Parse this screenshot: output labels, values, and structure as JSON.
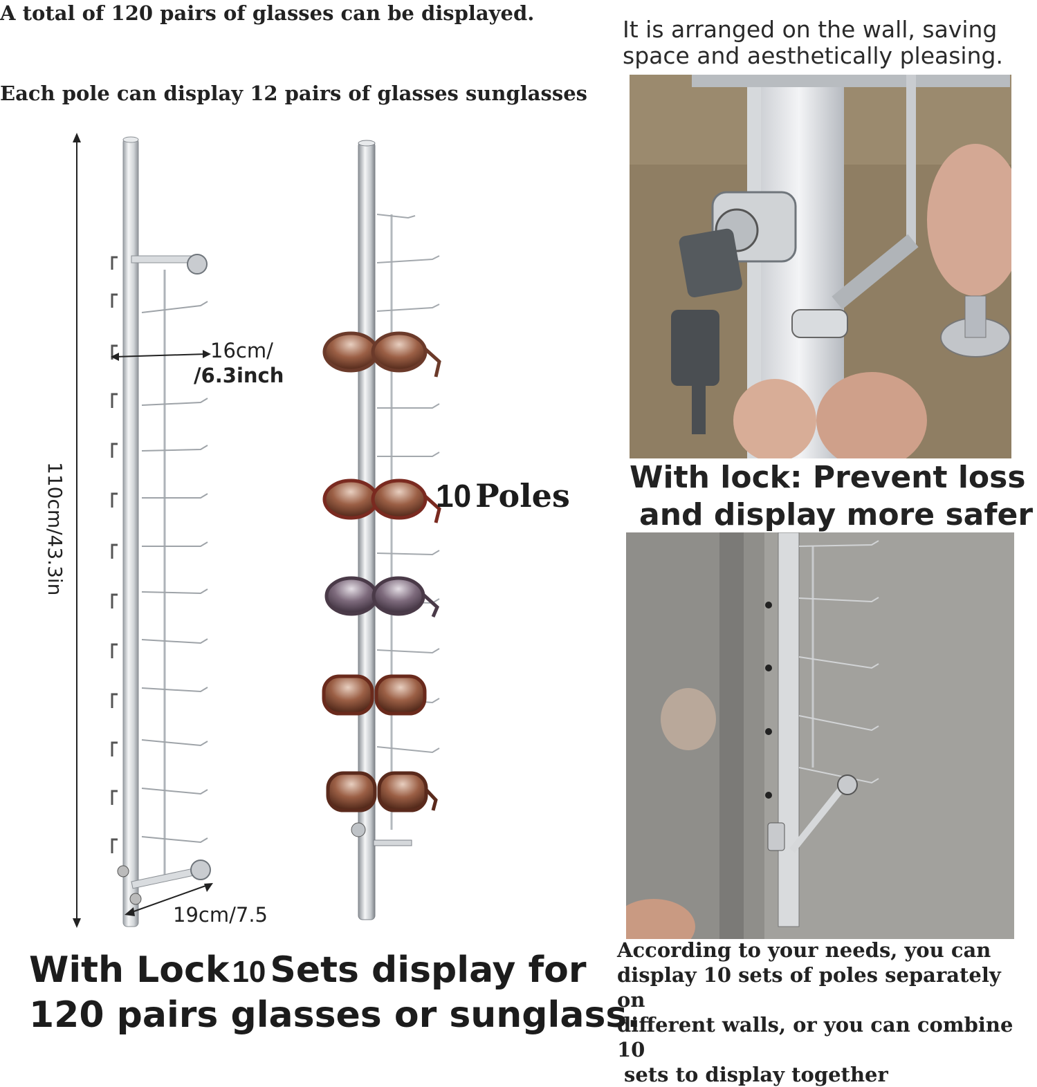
{
  "header": {
    "total_line": "A total of 120 pairs of glasses can be displayed.",
    "pole_line": "Each pole can display 12 pairs of glasses sunglasses"
  },
  "dimensions": {
    "height": "110cm/43.3in",
    "width_top": "16cm/",
    "width_bottom": "/6.3inch",
    "depth": "19cm/7.5"
  },
  "poles_label": {
    "number": "10",
    "word": "Poles"
  },
  "wall_caption": {
    "line1": "It is arranged on the wall, saving",
    "line2": "space and aesthetically pleasing."
  },
  "lock_caption": {
    "line1": "With lock: Prevent loss",
    "line2": "and display more safer"
  },
  "bottom_headline": {
    "part1": "With Lock",
    "number": "10",
    "part2": "Sets display for",
    "line2": "120 pairs glasses or sunglass."
  },
  "combine_note": {
    "line1": "According to your needs, you can",
    "line2": "display 10 sets of poles separately on",
    "line3": "different walls, or you can combine 10",
    "line4": "sets to display together"
  },
  "colors": {
    "chrome": "#c9ccd0",
    "lens_brown": "#6b3a2a",
    "lens_purple": "#5a4a55",
    "wall_photo": "#8f7e63",
    "concrete": "#9a9995"
  }
}
